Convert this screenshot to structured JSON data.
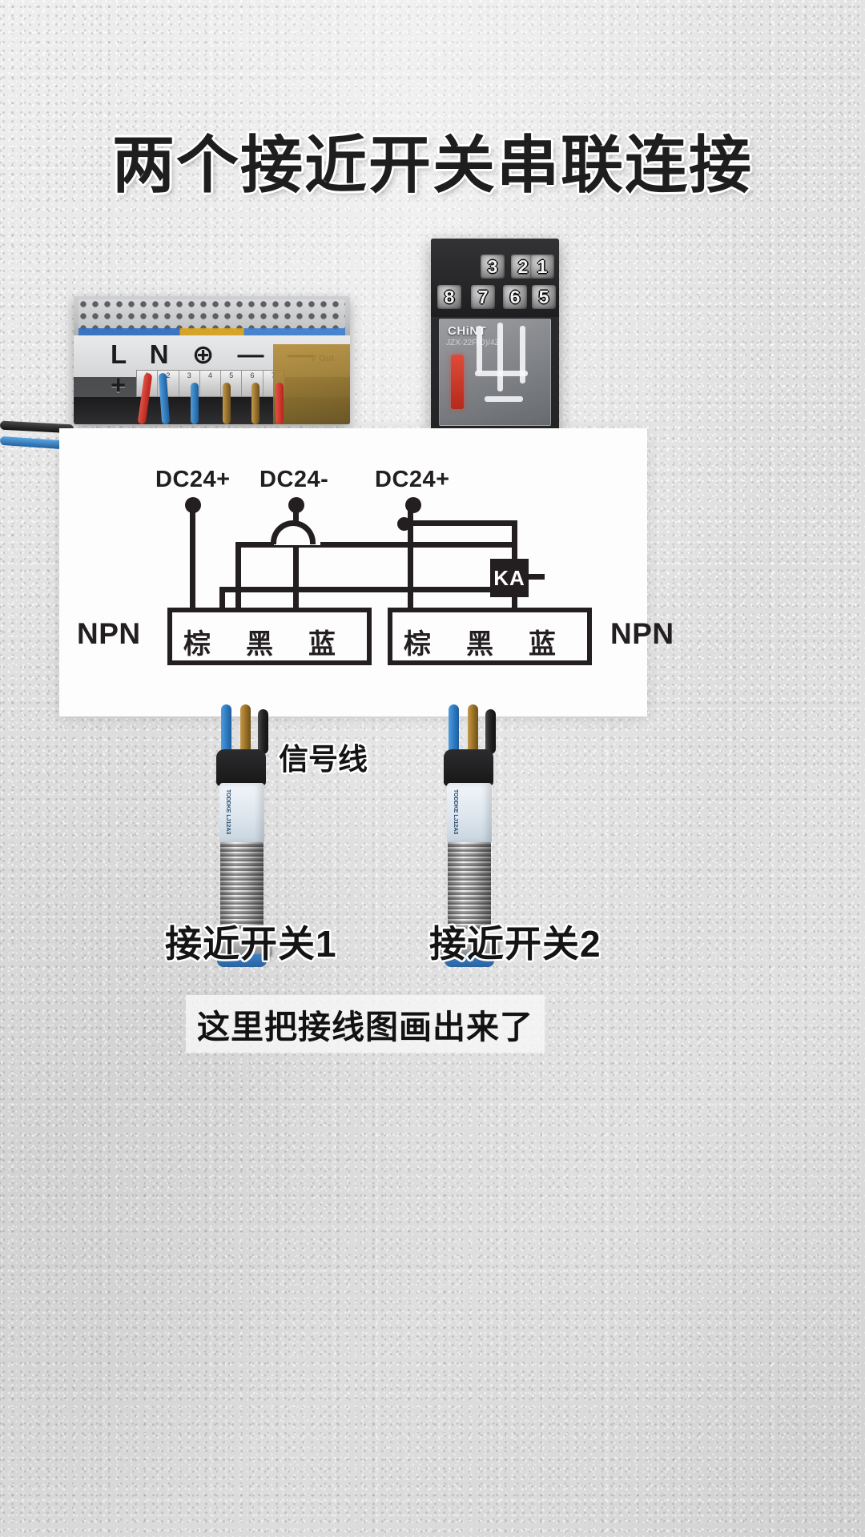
{
  "title": "两个接近开关串联连接",
  "photos": {
    "power_supply": {
      "name": "switching-power-supply",
      "front_labels": "L N ⊕ — — + +",
      "vout_label": "V Out",
      "terminal_numbers": [
        "1",
        "2",
        "3",
        "4",
        "5",
        "6",
        "7"
      ]
    },
    "relay": {
      "brand": "CHiNT",
      "model": "JZX-22F(D)/4Z",
      "terminals_top": [
        "3",
        "2",
        "1"
      ],
      "terminals_bottom": [
        "8",
        "7",
        "6",
        "5"
      ]
    }
  },
  "diagram": {
    "terminals": [
      {
        "label": "DC24+"
      },
      {
        "label": "DC24-"
      },
      {
        "label": "DC24+"
      }
    ],
    "left_sensor": {
      "type_label": "NPN",
      "wire_colors": [
        "棕",
        "黑",
        "蓝"
      ]
    },
    "right_sensor": {
      "type_label": "NPN",
      "wire_colors": [
        "棕",
        "黑",
        "蓝"
      ]
    },
    "relay_coil": {
      "designation": "KA"
    }
  },
  "annotations": {
    "signal_wire": "信号线",
    "sensor_1": "接近开关1",
    "sensor_2": "接近开关2",
    "bottom_caption": "这里把接线图画出来了"
  },
  "colors": {
    "ink": "#231f20",
    "panel_bg": "#fdfdfd",
    "wall": "#e3e3e3",
    "wire_blue": "#2f7cc4",
    "wire_brown": "#9b7327",
    "wire_black": "#222222",
    "wire_red": "#c8342a"
  }
}
